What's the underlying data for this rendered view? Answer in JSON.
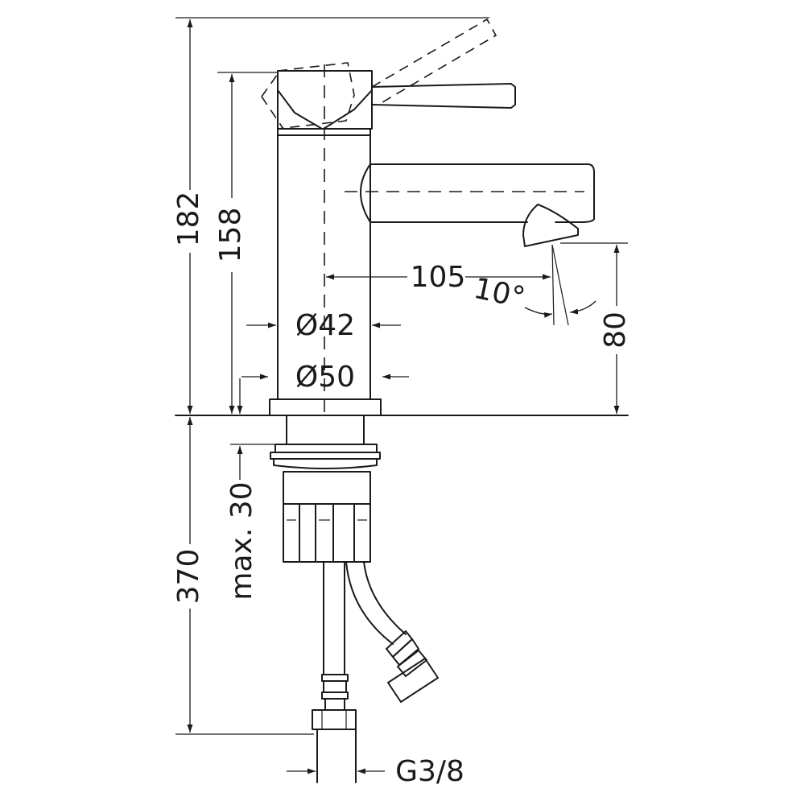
{
  "dimensions": {
    "total_height_above": "182",
    "body_height": "158",
    "spout_reach": "105",
    "spout_angle": "10°",
    "diameter_body": "Ø42",
    "diameter_base": "Ø50",
    "outlet_height": "80",
    "max_deck_thickness": "max. 30",
    "below_deck_length": "370",
    "thread": "G3/8"
  }
}
